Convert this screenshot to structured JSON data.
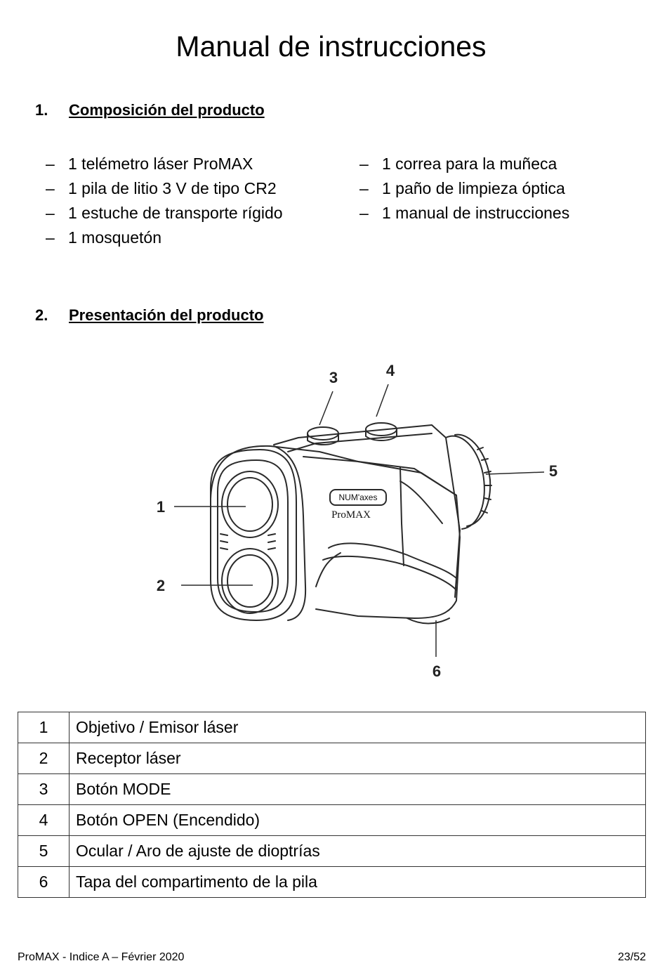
{
  "title": "Manual de instrucciones",
  "sections": [
    {
      "number": "1.",
      "title": "Composición del producto"
    },
    {
      "number": "2.",
      "title": "Presentación del producto"
    }
  ],
  "contents": {
    "bullet": "–",
    "left": [
      "1 telémetro láser ProMAX",
      "1 pila de litio 3 V de tipo CR2",
      "1 estuche de transporte rígido",
      "1 mosquetón"
    ],
    "right": [
      "1 correa para la muñeca",
      "1 paño de limpieza óptica",
      "1 manual de instrucciones"
    ]
  },
  "figure": {
    "brand": "NUM'axes",
    "model": "ProMAX",
    "callouts": [
      "1",
      "2",
      "3",
      "4",
      "5",
      "6"
    ]
  },
  "legend": [
    {
      "n": "1",
      "label": "Objetivo / Emisor láser"
    },
    {
      "n": "2",
      "label": "Receptor láser"
    },
    {
      "n": "3",
      "label": "Botón MODE"
    },
    {
      "n": "4",
      "label": "Botón OPEN (Encendido)"
    },
    {
      "n": "5",
      "label": "Ocular / Aro de ajuste de dioptrías"
    },
    {
      "n": "6",
      "label": "Tapa del compartimento de la pila"
    }
  ],
  "footer": {
    "left": "ProMAX - Indice A – Février 2020",
    "right": "23/52"
  }
}
